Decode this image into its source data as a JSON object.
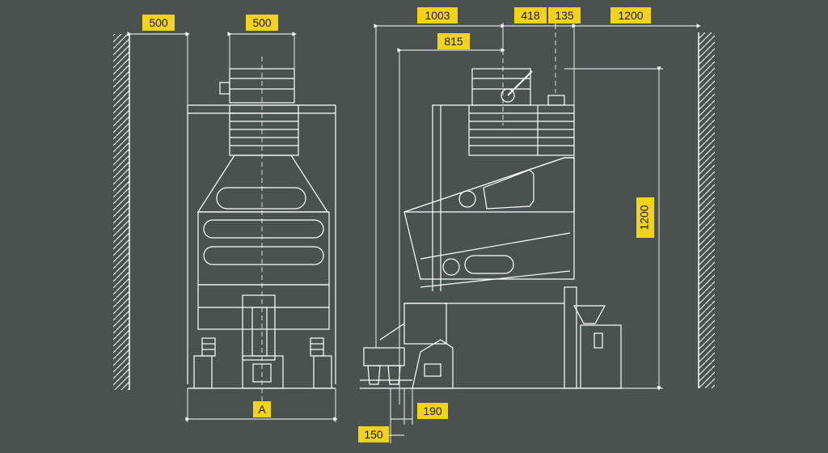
{
  "colors": {
    "background": "#4a5250",
    "line": "#ffffff",
    "label_fill": "#f2d31b",
    "label_text": "#1a1a1a"
  },
  "dimensions": {
    "front_wall_clearance": "500",
    "front_inlet_width": "500",
    "front_base_width": "A",
    "side_total_depth": "1003",
    "side_inlet_offset": "815",
    "side_top_segment": "418",
    "side_inlet_diameter": "135",
    "side_wall_clearance": "1200",
    "side_height": "1200",
    "side_outlet_offset": "190",
    "side_outlet_width": "150"
  }
}
